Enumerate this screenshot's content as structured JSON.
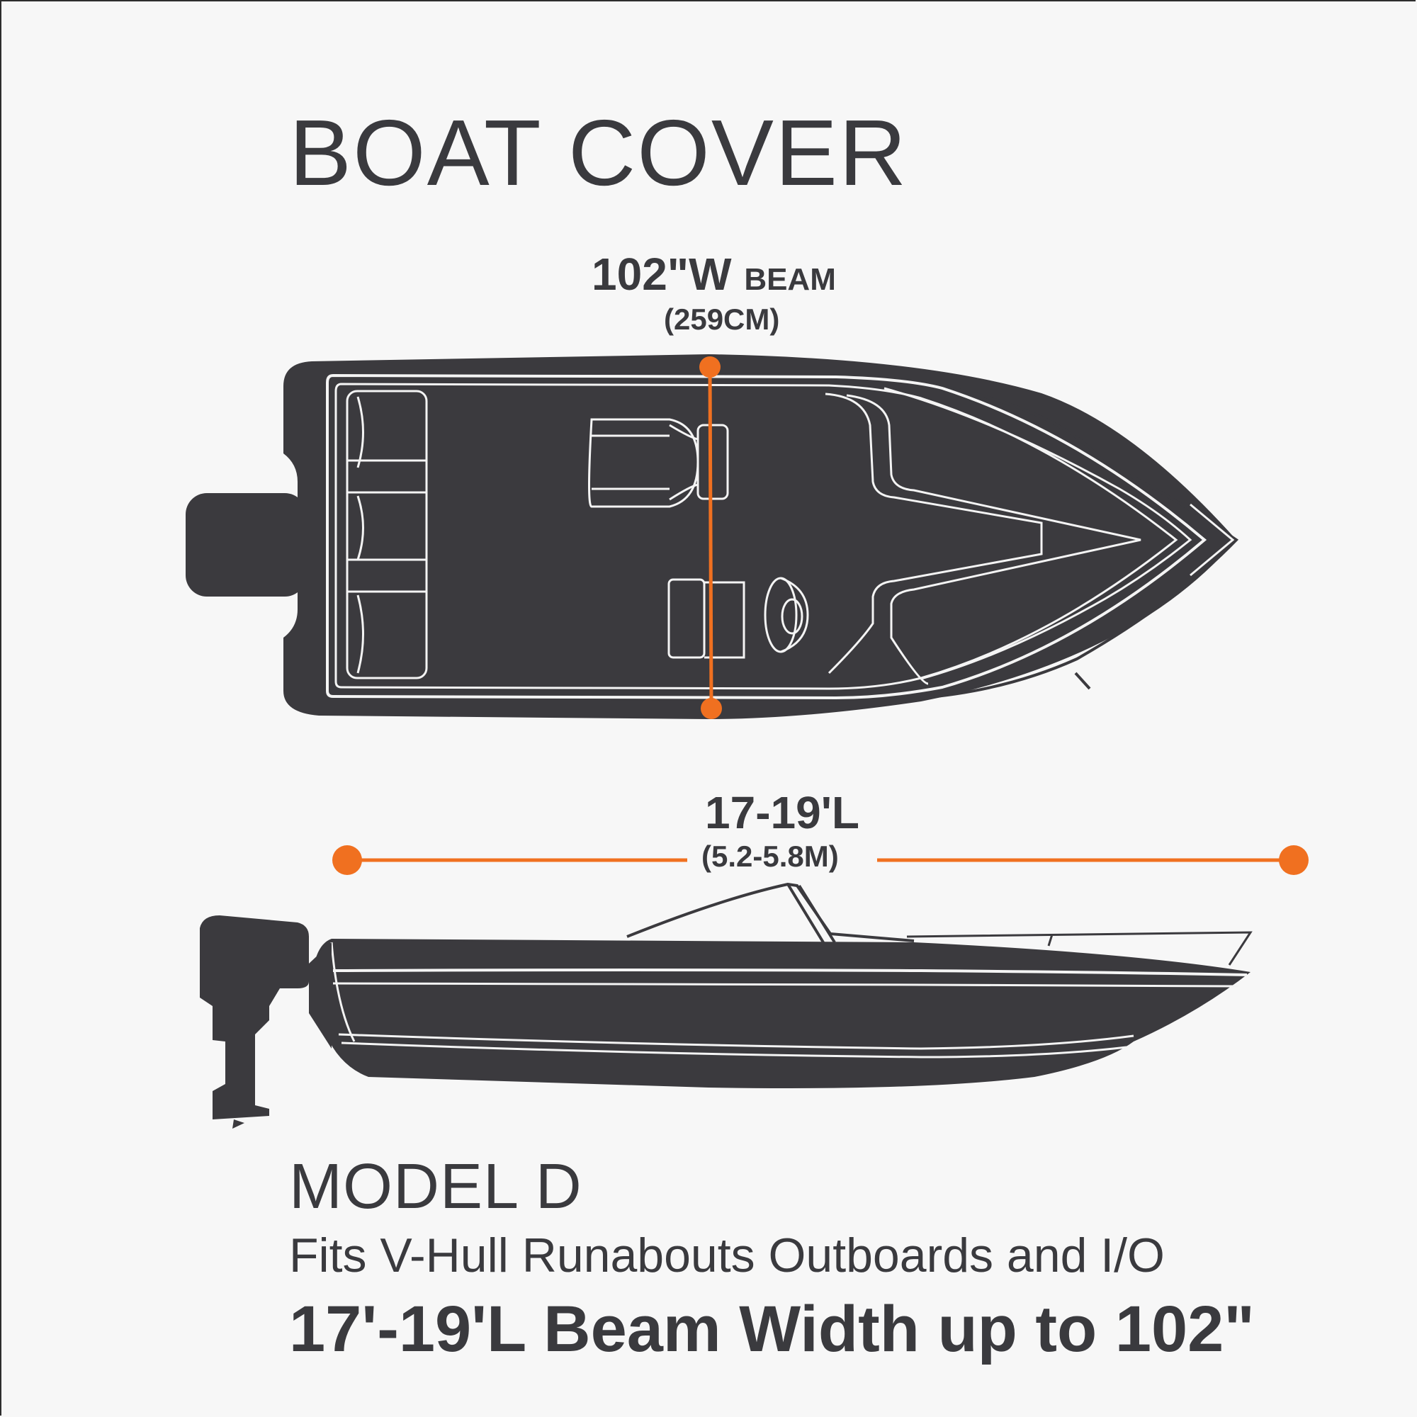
{
  "title": "BOAT COVER",
  "beam": {
    "label": "102\"W",
    "unit_word": "BEAM",
    "metric": "(259CM)"
  },
  "length": {
    "label": "17-19'L",
    "metric": "(5.2-5.8M)"
  },
  "model": "MODEL D",
  "fits": "Fits V-Hull Runabouts Outboards and I/O",
  "dimensions": "17'-19'L Beam Width up to 102\"",
  "colors": {
    "boat": "#3b3a3e",
    "outline": "#f4f4f4",
    "accent": "#f07020",
    "text": "#3a3a3e",
    "background": "#f7f7f7"
  }
}
